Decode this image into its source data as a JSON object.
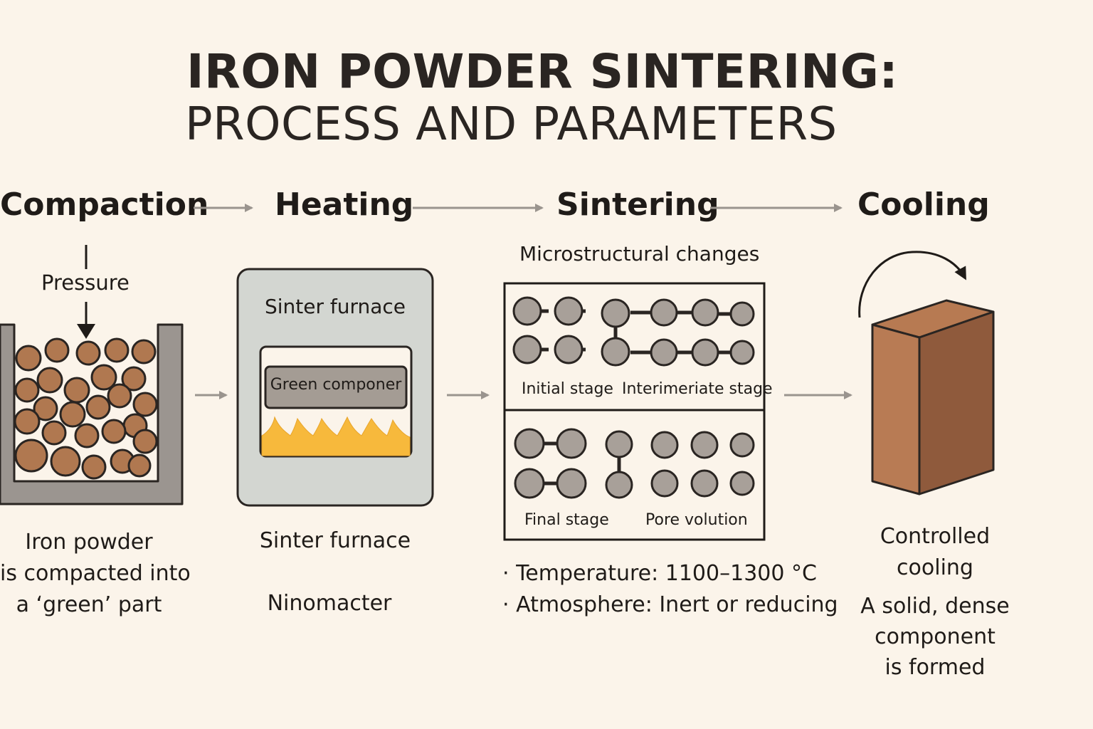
{
  "title": {
    "line1": "IRON POWDER SINTERING:",
    "line2": "PROCESS AND PARAMETERS"
  },
  "steps": {
    "compaction": "Compaction",
    "heating": "Heating",
    "sintering": "Sintering",
    "cooling": "Cooling"
  },
  "compaction": {
    "pressure_label": "Pressure",
    "caption": [
      "Iron powder",
      "is compacted into",
      "a ‘green’ part"
    ]
  },
  "heating": {
    "furnace_title": "Sinter furnace",
    "component_label": "Green componer",
    "caption": "Sinter furnace",
    "subcaption": "Ninomacter"
  },
  "sintering": {
    "micro_title": "Microstructural changes",
    "stage_initial": "Initial stage",
    "stage_intermediate": "Interimeriate stage",
    "stage_final": "Final stage",
    "stage_pore": "Pore volution",
    "params": [
      "Temperature: 1100–1300 °C",
      "Atmosphere: Inert or reducing"
    ]
  },
  "cooling": {
    "caption1": [
      "Controlled",
      "cooling"
    ],
    "caption2": [
      "A solid, dense",
      "component",
      "is formed"
    ]
  },
  "colors": {
    "background": "#fbf4ea",
    "particle": "#b07850",
    "grain": "#a8a099",
    "furnace": "#d3d6d1",
    "flame": "#f7b93c",
    "block": "#9a6040",
    "arrow": "#9a948e"
  },
  "icons": [
    "pressure-arrow-icon",
    "flame-icon",
    "rotation-arrow-icon",
    "sintered-block-icon"
  ]
}
